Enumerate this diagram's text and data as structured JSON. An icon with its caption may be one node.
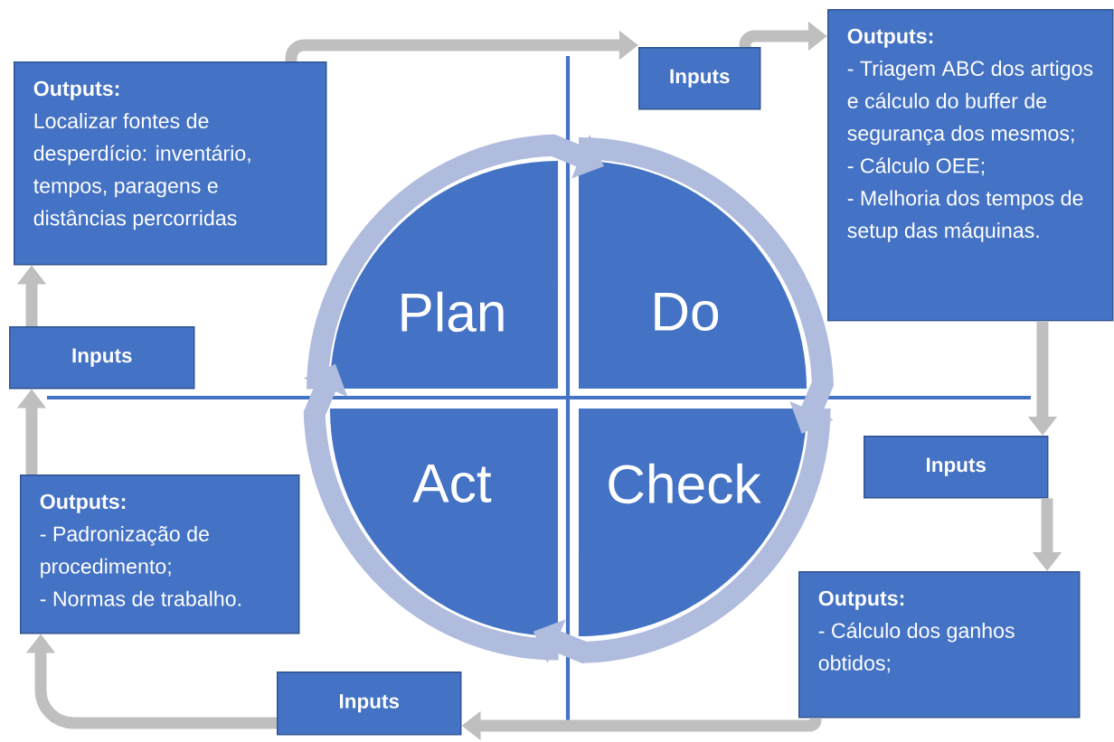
{
  "diagram": {
    "nodes": [
      {
        "text": [
          "Outputs:",
          "Localizar fontes de desperdício: inventário, tempos, paragens e distâncias percorridas"
        ]
      },
      {
        "text": [
          "Inputs"
        ]
      },
      {
        "text": [
          "Outputs:",
          "- Triagem ABC dos artigos e cálculo do buffer de segurança dos mesmos;",
          "- Cálculo OEE;",
          "- Melhoria dos tempos de setup das máquinas."
        ]
      },
      {
        "text": [
          "Inputs"
        ]
      },
      {
        "text": [
          "Plan"
        ]
      },
      {
        "text": [
          "Do"
        ]
      },
      {
        "text": [
          "Inputs"
        ]
      },
      {
        "text": [
          "Act"
        ]
      },
      {
        "text": [
          "Check"
        ]
      },
      {
        "text": [
          "Outputs:",
          "- Padronização de procedimento;",
          "- Normas de trabalho."
        ]
      },
      {
        "text": [
          "Outputs:",
          "- Cálculo dos ganhos obtidos;"
        ]
      },
      {
        "text": [
          "Inputs"
        ]
      }
    ],
    "edges": [
      {
        "from": 0,
        "to": 1,
        "arrow": "to"
      },
      {
        "from": 1,
        "to": 2,
        "arrow": "to"
      },
      {
        "from": 2,
        "to": 6,
        "arrow": "to"
      },
      {
        "from": 6,
        "to": 10,
        "arrow": "to"
      },
      {
        "from": 10,
        "to": 11,
        "arrow": "to"
      },
      {
        "from": 11,
        "to": 9,
        "arrow": "to"
      },
      {
        "from": 9,
        "to": 3,
        "arrow": "to"
      },
      {
        "from": 3,
        "to": 0,
        "arrow": "to"
      },
      {
        "from": 4,
        "to": 5,
        "arrow": "to",
        "style": "thick",
        "color": "#b0bcde"
      },
      {
        "from": 5,
        "to": 8,
        "arrow": "to",
        "style": "thick",
        "color": "#b0bcde"
      },
      {
        "from": 8,
        "to": 7,
        "arrow": "to",
        "style": "thick",
        "color": "#b0bcde"
      },
      {
        "from": 7,
        "to": 4,
        "arrow": "to",
        "style": "thick",
        "color": "#b0bcde"
      }
    ]
  }
}
